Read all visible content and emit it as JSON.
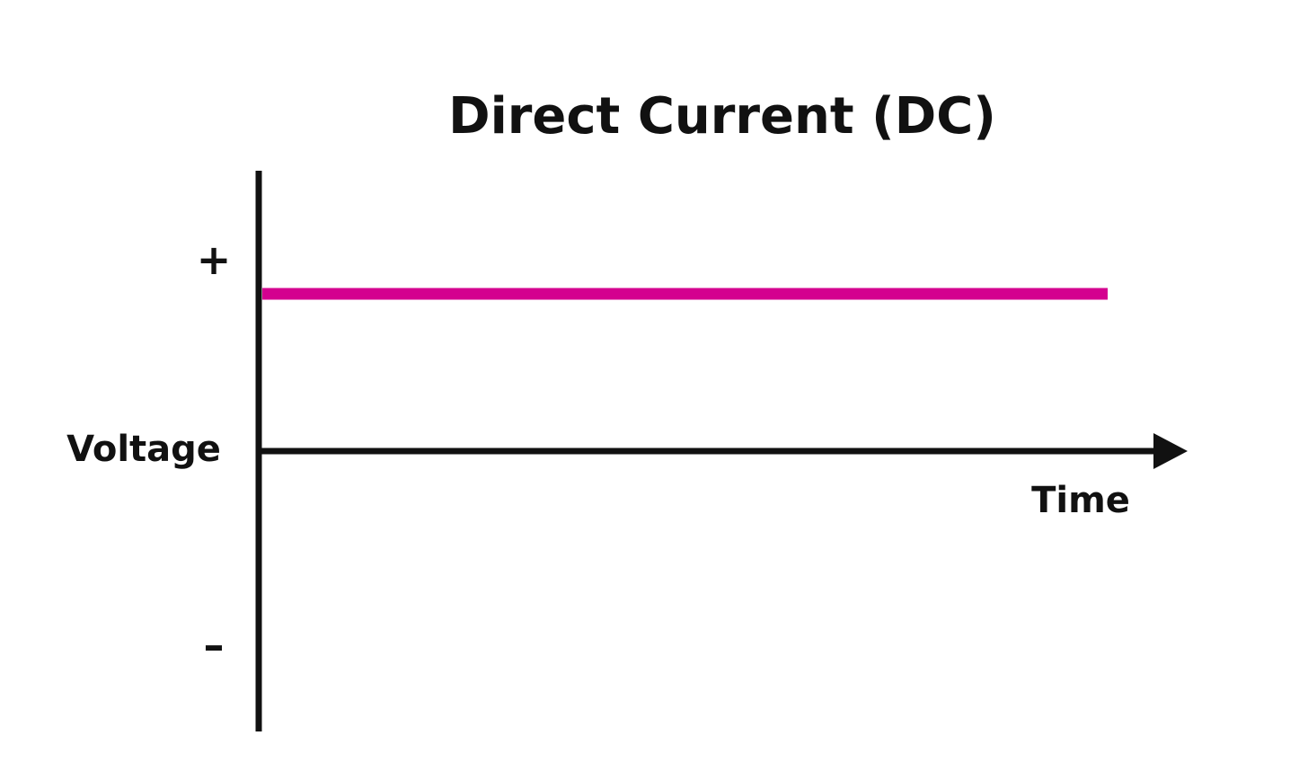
{
  "title": "Direct Current (DC)",
  "y_axis_label": "Voltage",
  "x_axis_label": "Time",
  "positive_sign": "+",
  "negative_sign": "–",
  "colors": {
    "signal_line": "#d4008f",
    "axis": "#111111",
    "text": "#111111",
    "background": "#ffffff"
  }
}
